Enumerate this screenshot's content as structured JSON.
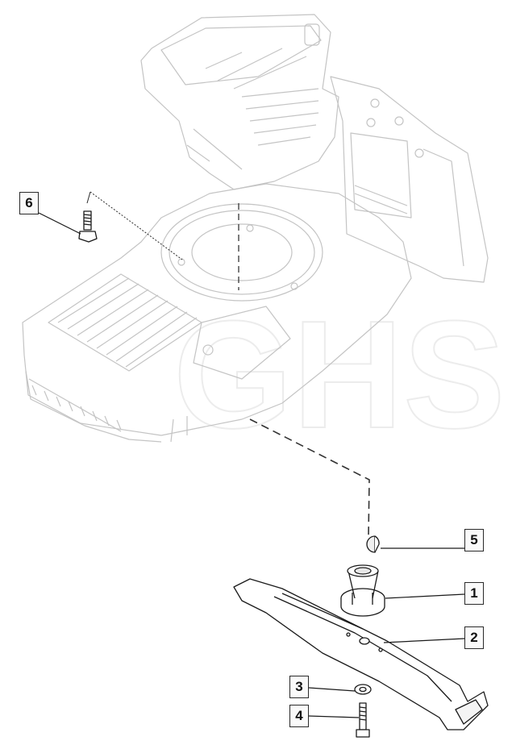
{
  "callouts": [
    {
      "id": "6",
      "label": "6"
    },
    {
      "id": "5",
      "label": "5"
    },
    {
      "id": "1",
      "label": "1"
    },
    {
      "id": "2",
      "label": "2"
    },
    {
      "id": "3",
      "label": "3"
    },
    {
      "id": "4",
      "label": "4"
    }
  ],
  "watermark": "GHS",
  "colors": {
    "ghost_line": "#c8c8c8",
    "part_line": "#1a1a1a",
    "callout_border": "#2a2a2a"
  }
}
